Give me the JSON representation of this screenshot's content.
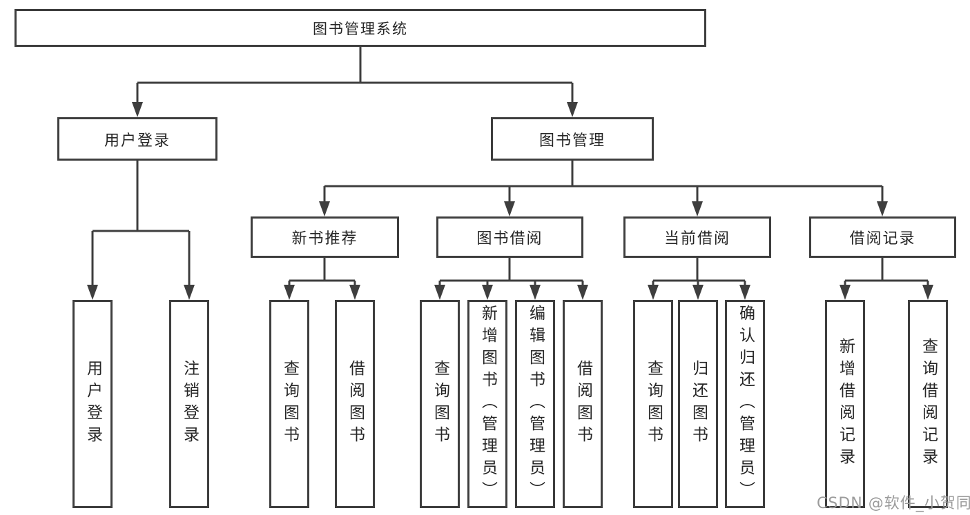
{
  "meta": {
    "background_color": "#ffffff",
    "line_color": "#3e3e3e",
    "text_color": "#262626",
    "watermark_color": "#9b9b9b"
  },
  "watermark": {
    "text": "CSDN @软件_小贺同学"
  },
  "tree": {
    "label": "图书管理系统",
    "children": [
      {
        "label": "用户登录",
        "children": [
          {
            "label": "用户登录"
          },
          {
            "label": "注销登录"
          }
        ]
      },
      {
        "label": "图书管理",
        "children": [
          {
            "label": "新书推荐",
            "children": [
              {
                "label": "查询图书"
              },
              {
                "label": "借阅图书"
              }
            ]
          },
          {
            "label": "图书借阅",
            "children": [
              {
                "label": "查询图书"
              },
              {
                "label": "新增图书（管理员）"
              },
              {
                "label": "编辑图书（管理员）"
              },
              {
                "label": "借阅图书"
              }
            ]
          },
          {
            "label": "当前借阅",
            "children": [
              {
                "label": "查询图书"
              },
              {
                "label": "归还图书"
              },
              {
                "label": "确认归还（管理员）"
              }
            ]
          },
          {
            "label": "借阅记录",
            "children": [
              {
                "label": "新增借阅记录"
              },
              {
                "label": "查询借阅记录"
              }
            ]
          }
        ]
      }
    ]
  }
}
